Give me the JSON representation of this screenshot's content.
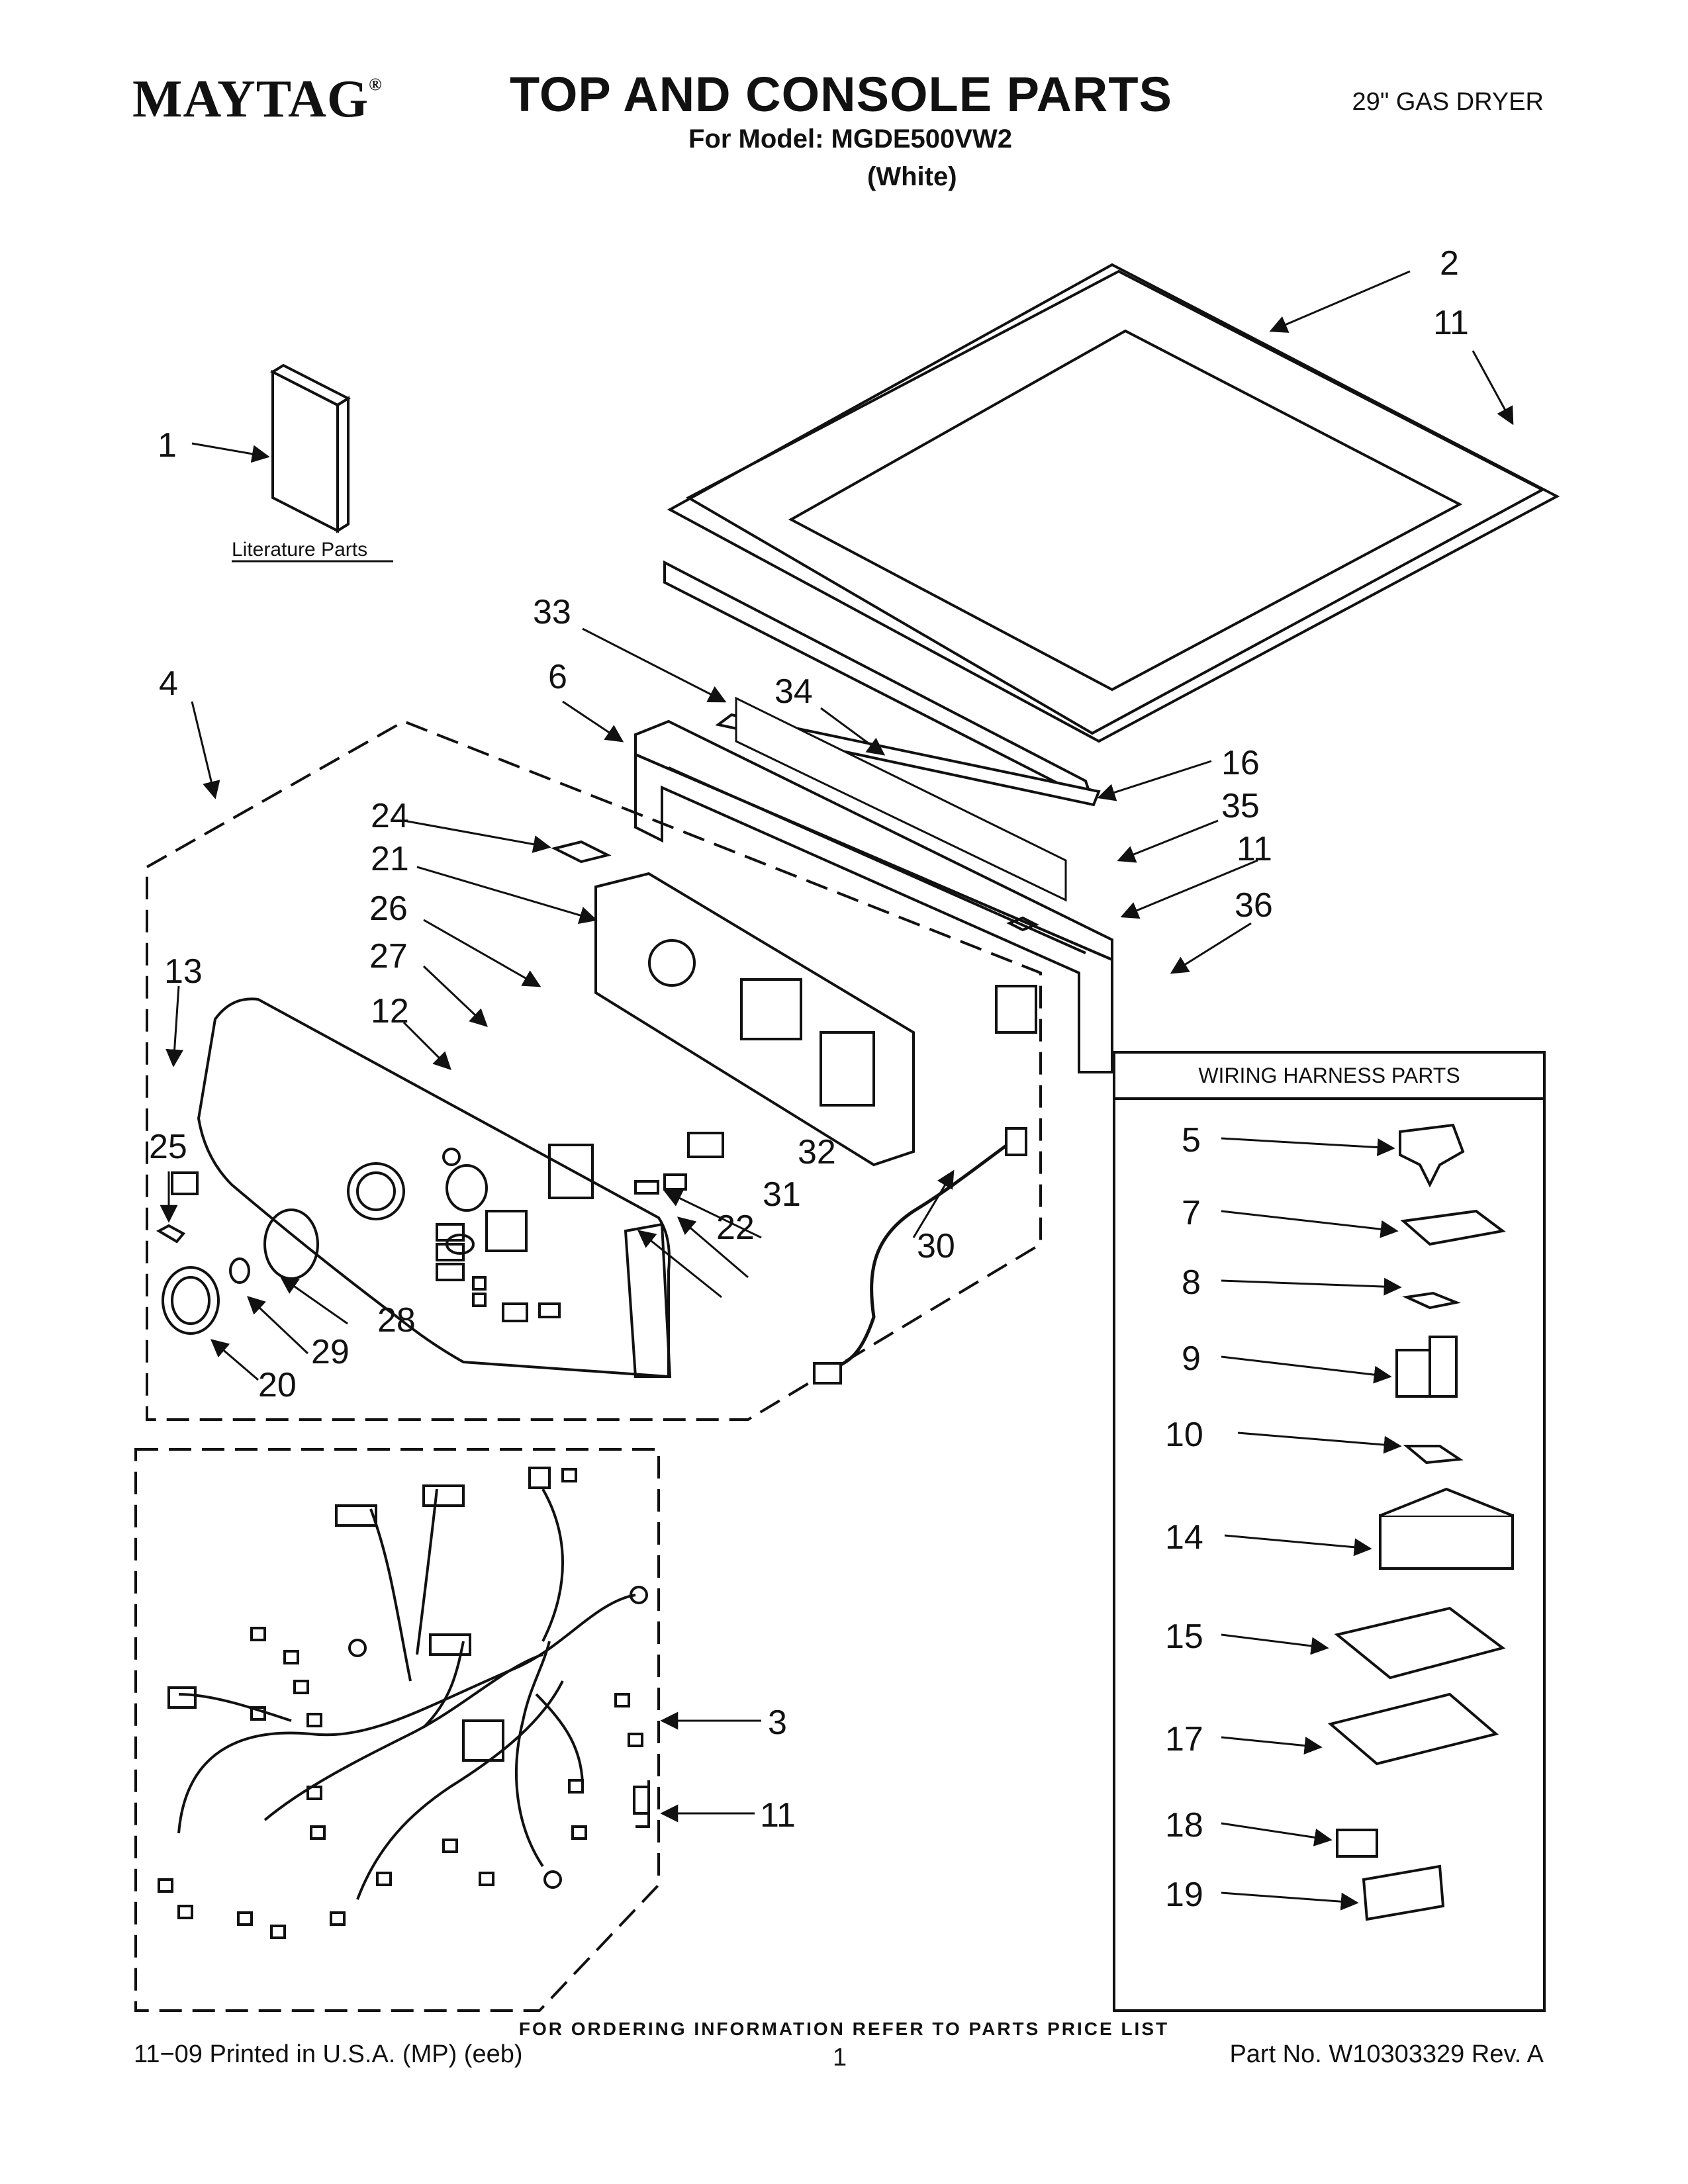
{
  "header": {
    "brand": "MAYTAG",
    "brand_mark": "®",
    "title": "TOP AND CONSOLE PARTS",
    "model_line": "For Model: MGDE500VW2",
    "color_line": "(White)",
    "product": "29\" GAS DRYER"
  },
  "diagram": {
    "literature_label": "Literature Parts",
    "harness_box_title": "WIRING HARNESS PARTS",
    "callouts": {
      "c1": "1",
      "c2": "2",
      "c3": "3",
      "c4": "4",
      "c5": "5",
      "c6": "6",
      "c7": "7",
      "c8": "8",
      "c9": "9",
      "c10": "10",
      "c11a": "11",
      "c11b": "11",
      "c11c": "11",
      "c12": "12",
      "c13": "13",
      "c14": "14",
      "c15": "15",
      "c16": "16",
      "c17": "17",
      "c18": "18",
      "c19": "19",
      "c20": "20",
      "c21": "21",
      "c22": "22",
      "c24": "24",
      "c25": "25",
      "c26": "26",
      "c27": "27",
      "c28": "28",
      "c29": "29",
      "c30": "30",
      "c31": "31",
      "c32": "32",
      "c33": "33",
      "c34": "34",
      "c35": "35",
      "c36": "36"
    }
  },
  "footer": {
    "order_note": "FOR ORDERING INFORMATION REFER TO PARTS PRICE LIST",
    "print_info": "11−09 Printed in U.S.A. (MP) (eeb)",
    "page": "1",
    "part_number": "Part No. W10303329 Rev. A"
  }
}
